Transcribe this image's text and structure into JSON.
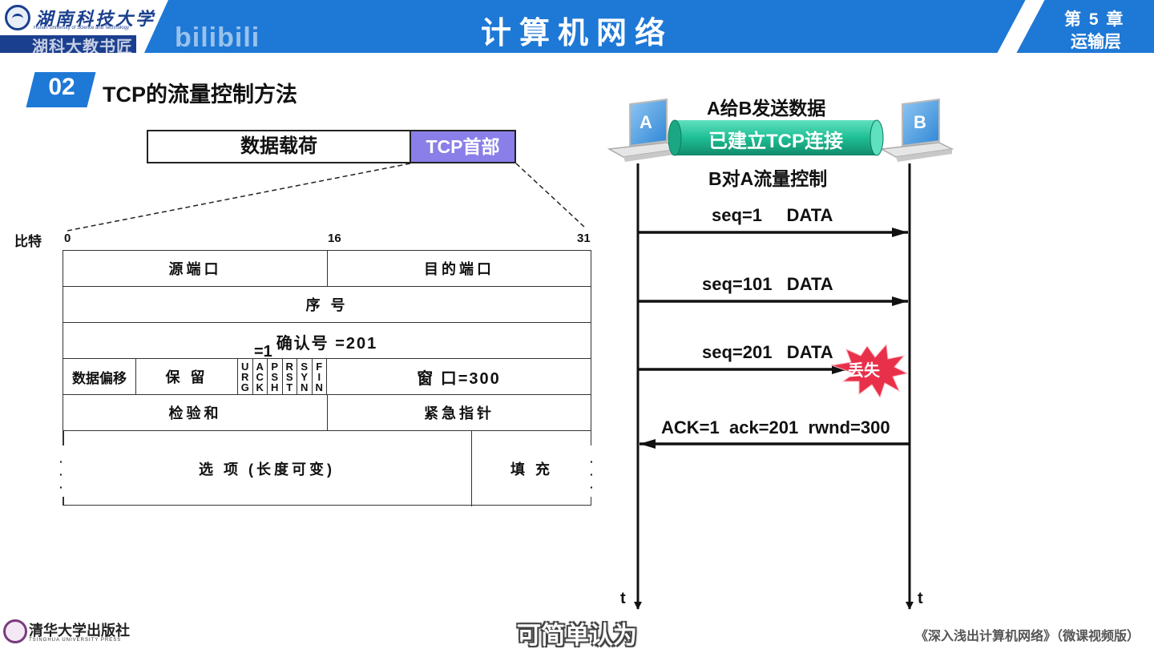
{
  "header": {
    "university_cn": "湖南科技大学",
    "university_en": "Hunan University of Science and Technology",
    "watermark": "湖科大教书匠",
    "watermark_platform": "bilibili",
    "course_title": "计算机网络",
    "chapter_number": "第 5 章",
    "chapter_name": "运输层",
    "accent_color": "#1e78d6"
  },
  "section": {
    "number": "02",
    "title": "TCP的流量控制方法"
  },
  "segment": {
    "payload_label": "数据载荷",
    "header_label": "TCP首部",
    "header_color": "#8a7fe8"
  },
  "tcp_header": {
    "bits_label": "比特",
    "bit_ticks": [
      "0",
      "16",
      "31"
    ],
    "rows": {
      "source_port": "源端口",
      "dest_port": "目的端口",
      "sequence": "序 号",
      "ack_number": "确认号 =201",
      "ack_flag_note": "=1",
      "data_offset": "数据偏移",
      "reserved": "保 留",
      "flags": [
        [
          "U",
          "R",
          "G"
        ],
        [
          "A",
          "C",
          "K"
        ],
        [
          "P",
          "S",
          "H"
        ],
        [
          "R",
          "S",
          "T"
        ],
        [
          "S",
          "Y",
          "N"
        ],
        [
          "F",
          "I",
          "N"
        ]
      ],
      "window": "窗 口=300",
      "checksum": "检验和",
      "urgent_pointer": "紧急指针",
      "options": "选 项 (长度可变)",
      "padding": "填 充"
    }
  },
  "diagram": {
    "host_a": "A",
    "host_b": "B",
    "top_caption": "A给B发送数据",
    "connection_label": "已建立TCP连接",
    "bottom_caption": "B对A流量控制",
    "tunnel_color": "#1fbf95",
    "messages": [
      {
        "text": "seq=1     DATA",
        "direction": "A→B",
        "lost": false
      },
      {
        "text": "seq=101   DATA",
        "direction": "A→B",
        "lost": false
      },
      {
        "text": "seq=201   DATA",
        "direction": "A→B",
        "lost": true
      },
      {
        "text": "ACK=1  ack=201  rwnd=300",
        "direction": "B→A",
        "lost": false
      }
    ],
    "lost_label": "丢失",
    "lost_color": "#e8304a",
    "time_label": "t"
  },
  "footer": {
    "press_cn": "清华大学出版社",
    "press_en": "TSINGHUA UNIVERSITY PRESS",
    "subtitle": "可简单认为",
    "book_title": "《深入浅出计算机网络》（微课视频版）"
  }
}
